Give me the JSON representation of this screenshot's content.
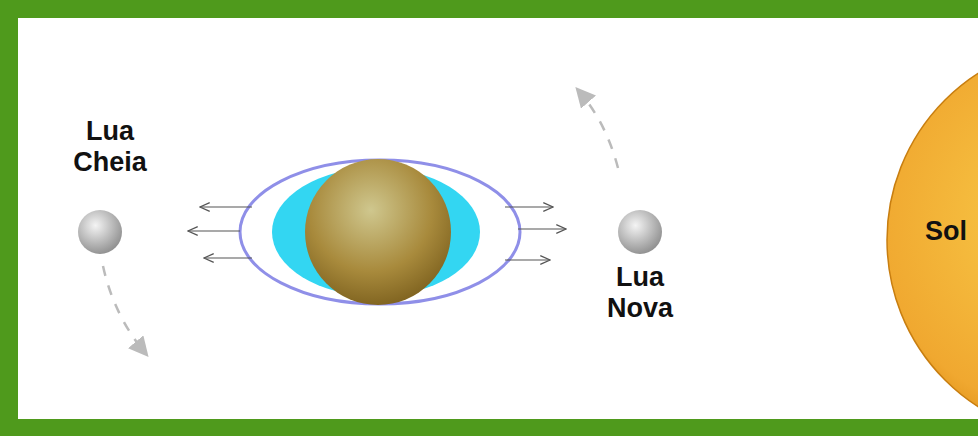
{
  "diagram": {
    "nodes": [
      {
        "text": [
          "Lua Cheia"
        ]
      },
      {
        "text": [
          "Lua Nova"
        ]
      },
      {
        "text": [
          "Sol"
        ]
      }
    ]
  }
}
